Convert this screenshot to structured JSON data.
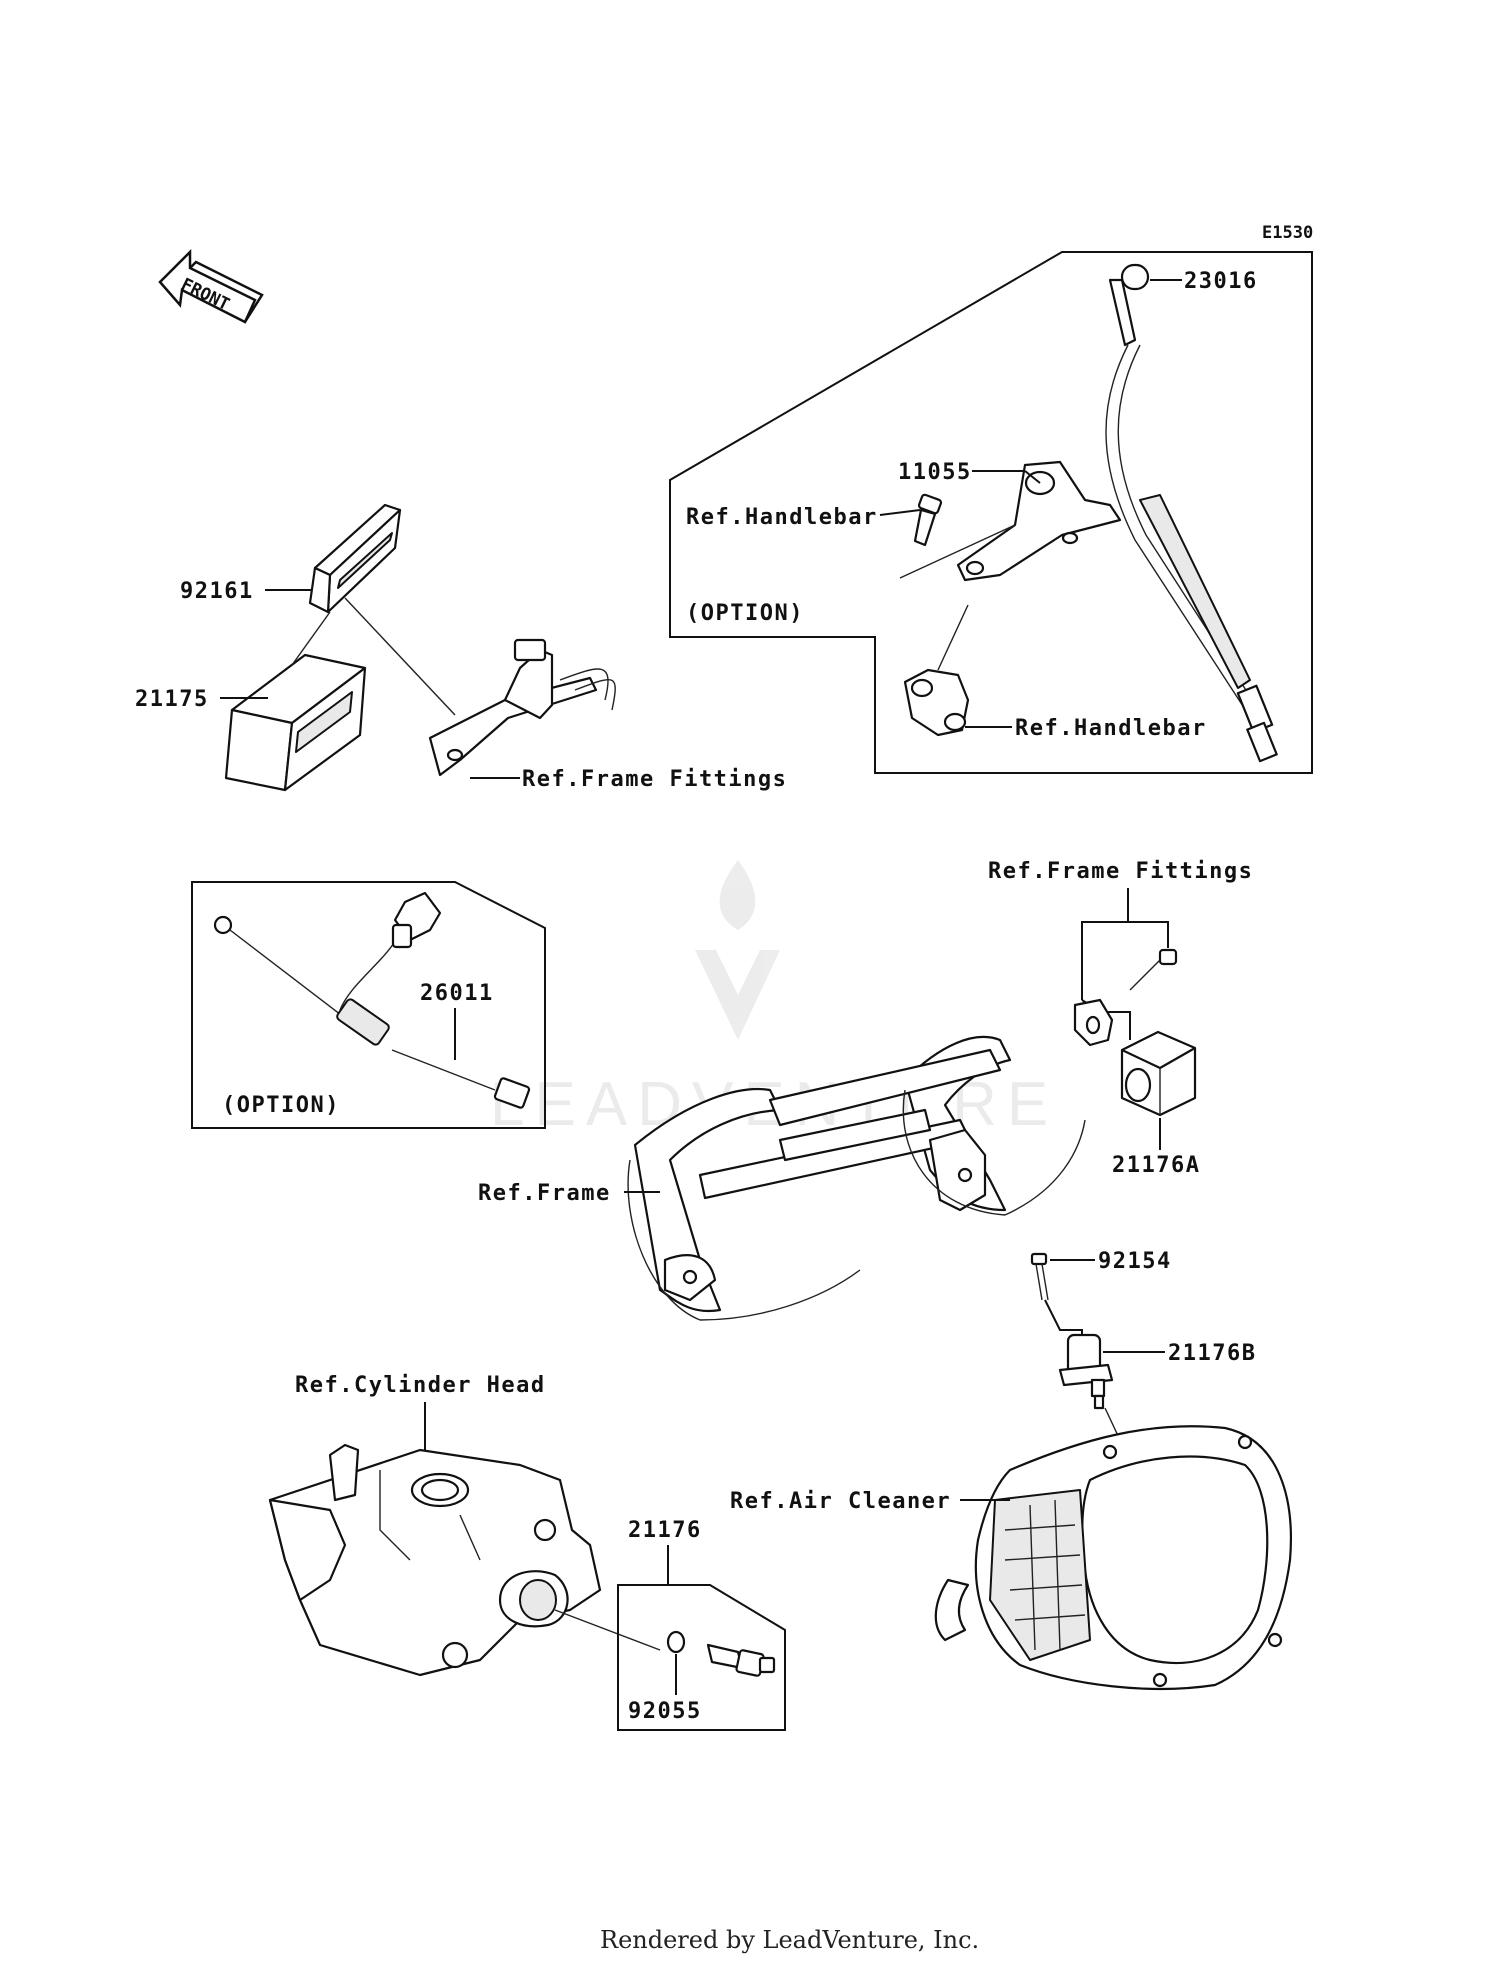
{
  "diagram_code": "E1530",
  "front_arrow": {
    "label": "FRONT"
  },
  "watermark": {
    "brand": "LEADVENTURE",
    "icon": "flame-v-logo-icon"
  },
  "callouts": {
    "p23016": "23016",
    "p11055": "11055",
    "ref_handlebar_1": "Ref.Handlebar",
    "ref_handlebar_2": "Ref.Handlebar",
    "option_1": "(OPTION)",
    "option_2": "(OPTION)",
    "p92161": "92161",
    "p21175": "21175",
    "ref_frame_fittings_1": "Ref.Frame Fittings",
    "ref_frame_fittings_2": "Ref.Frame Fittings",
    "p26011": "26011",
    "p21176A": "21176A",
    "ref_frame": "Ref.Frame",
    "p92154": "92154",
    "p21176B": "21176B",
    "ref_cylinder_head": "Ref.Cylinder Head",
    "ref_air_cleaner": "Ref.Air Cleaner",
    "p21176": "21176",
    "p92055": "92055"
  },
  "footer": {
    "rendered_by": "Rendered by LeadVenture, Inc."
  }
}
